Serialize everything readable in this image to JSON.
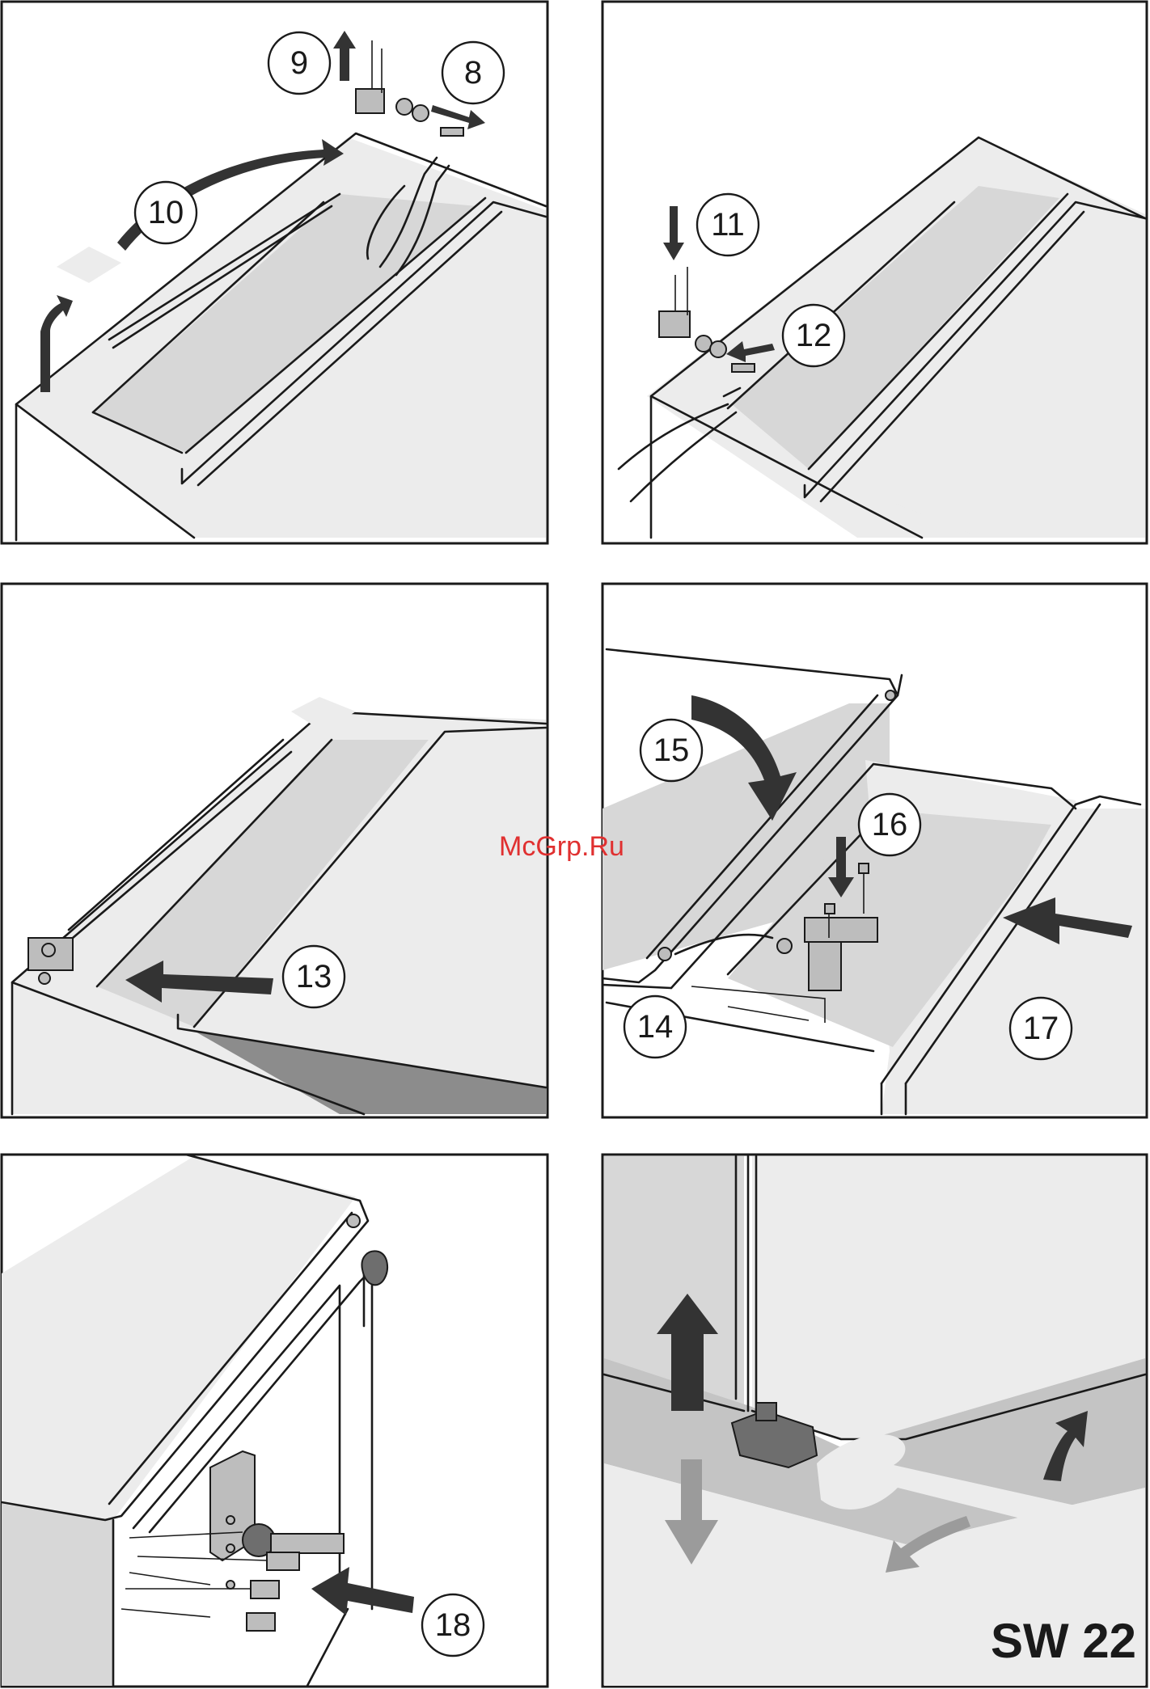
{
  "watermark": "McGrp.Ru",
  "wrench_size_label": "SW 22",
  "steps": {
    "s8": "8",
    "s9": "9",
    "s10": "10",
    "s11": "11",
    "s12": "12",
    "s13": "13",
    "s14": "14",
    "s15": "15",
    "s16": "16",
    "s17": "17",
    "s18": "18"
  },
  "colors": {
    "line": "#1a1a1a",
    "panel_gray": "#d7d7d7",
    "arrow": "#333333",
    "watermark": "#e03030"
  }
}
